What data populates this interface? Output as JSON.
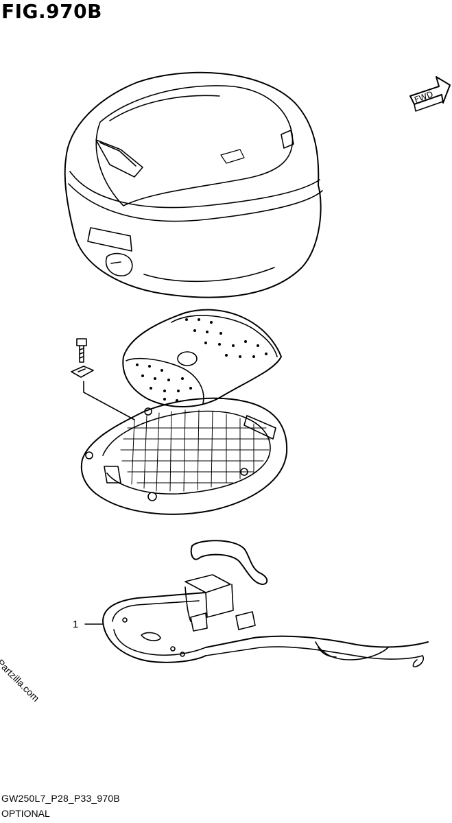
{
  "title": "FIG.970B",
  "fwd_label": "FWD",
  "callouts": [
    {
      "label": "1"
    }
  ],
  "watermark": "© Partzilla.com",
  "footer": {
    "code": "GW250L7_P28_P33_970B",
    "note": "OPTIONAL"
  },
  "icons": [
    "forward-arrow-icon"
  ]
}
